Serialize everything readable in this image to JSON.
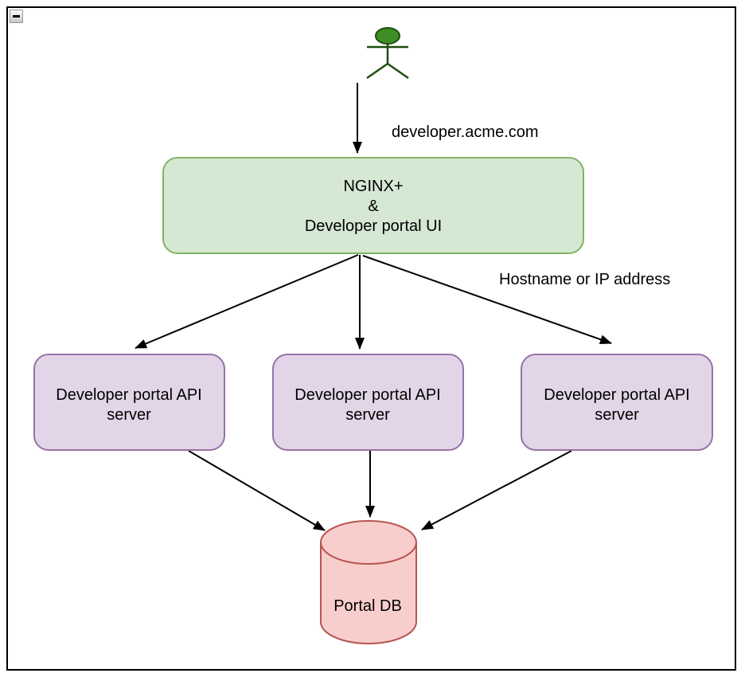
{
  "window": {
    "icons": {
      "collapse": "minus-icon"
    }
  },
  "diagram": {
    "edge_labels": {
      "user_to_nginx": "developer.acme.com",
      "nginx_to_api": "Hostname or IP address"
    },
    "nodes": {
      "nginx": {
        "lines": [
          "NGINX+",
          "&",
          "Developer portal UI"
        ]
      },
      "api_servers": [
        {
          "lines": [
            "Developer portal API",
            "server"
          ]
        },
        {
          "lines": [
            "Developer portal API",
            "server"
          ]
        },
        {
          "lines": [
            "Developer portal API",
            "server"
          ]
        }
      ],
      "db": {
        "label": "Portal DB"
      }
    },
    "colors": {
      "nginx_fill": "#d5e8d4",
      "nginx_stroke": "#82b366",
      "api_fill": "#e1d5e7",
      "api_stroke": "#9673a6",
      "db_fill": "#f8cecc",
      "db_stroke": "#b85450",
      "actor_fill": "#3e8e26",
      "actor_stroke": "#1f4d10",
      "edge": "#000000"
    }
  }
}
